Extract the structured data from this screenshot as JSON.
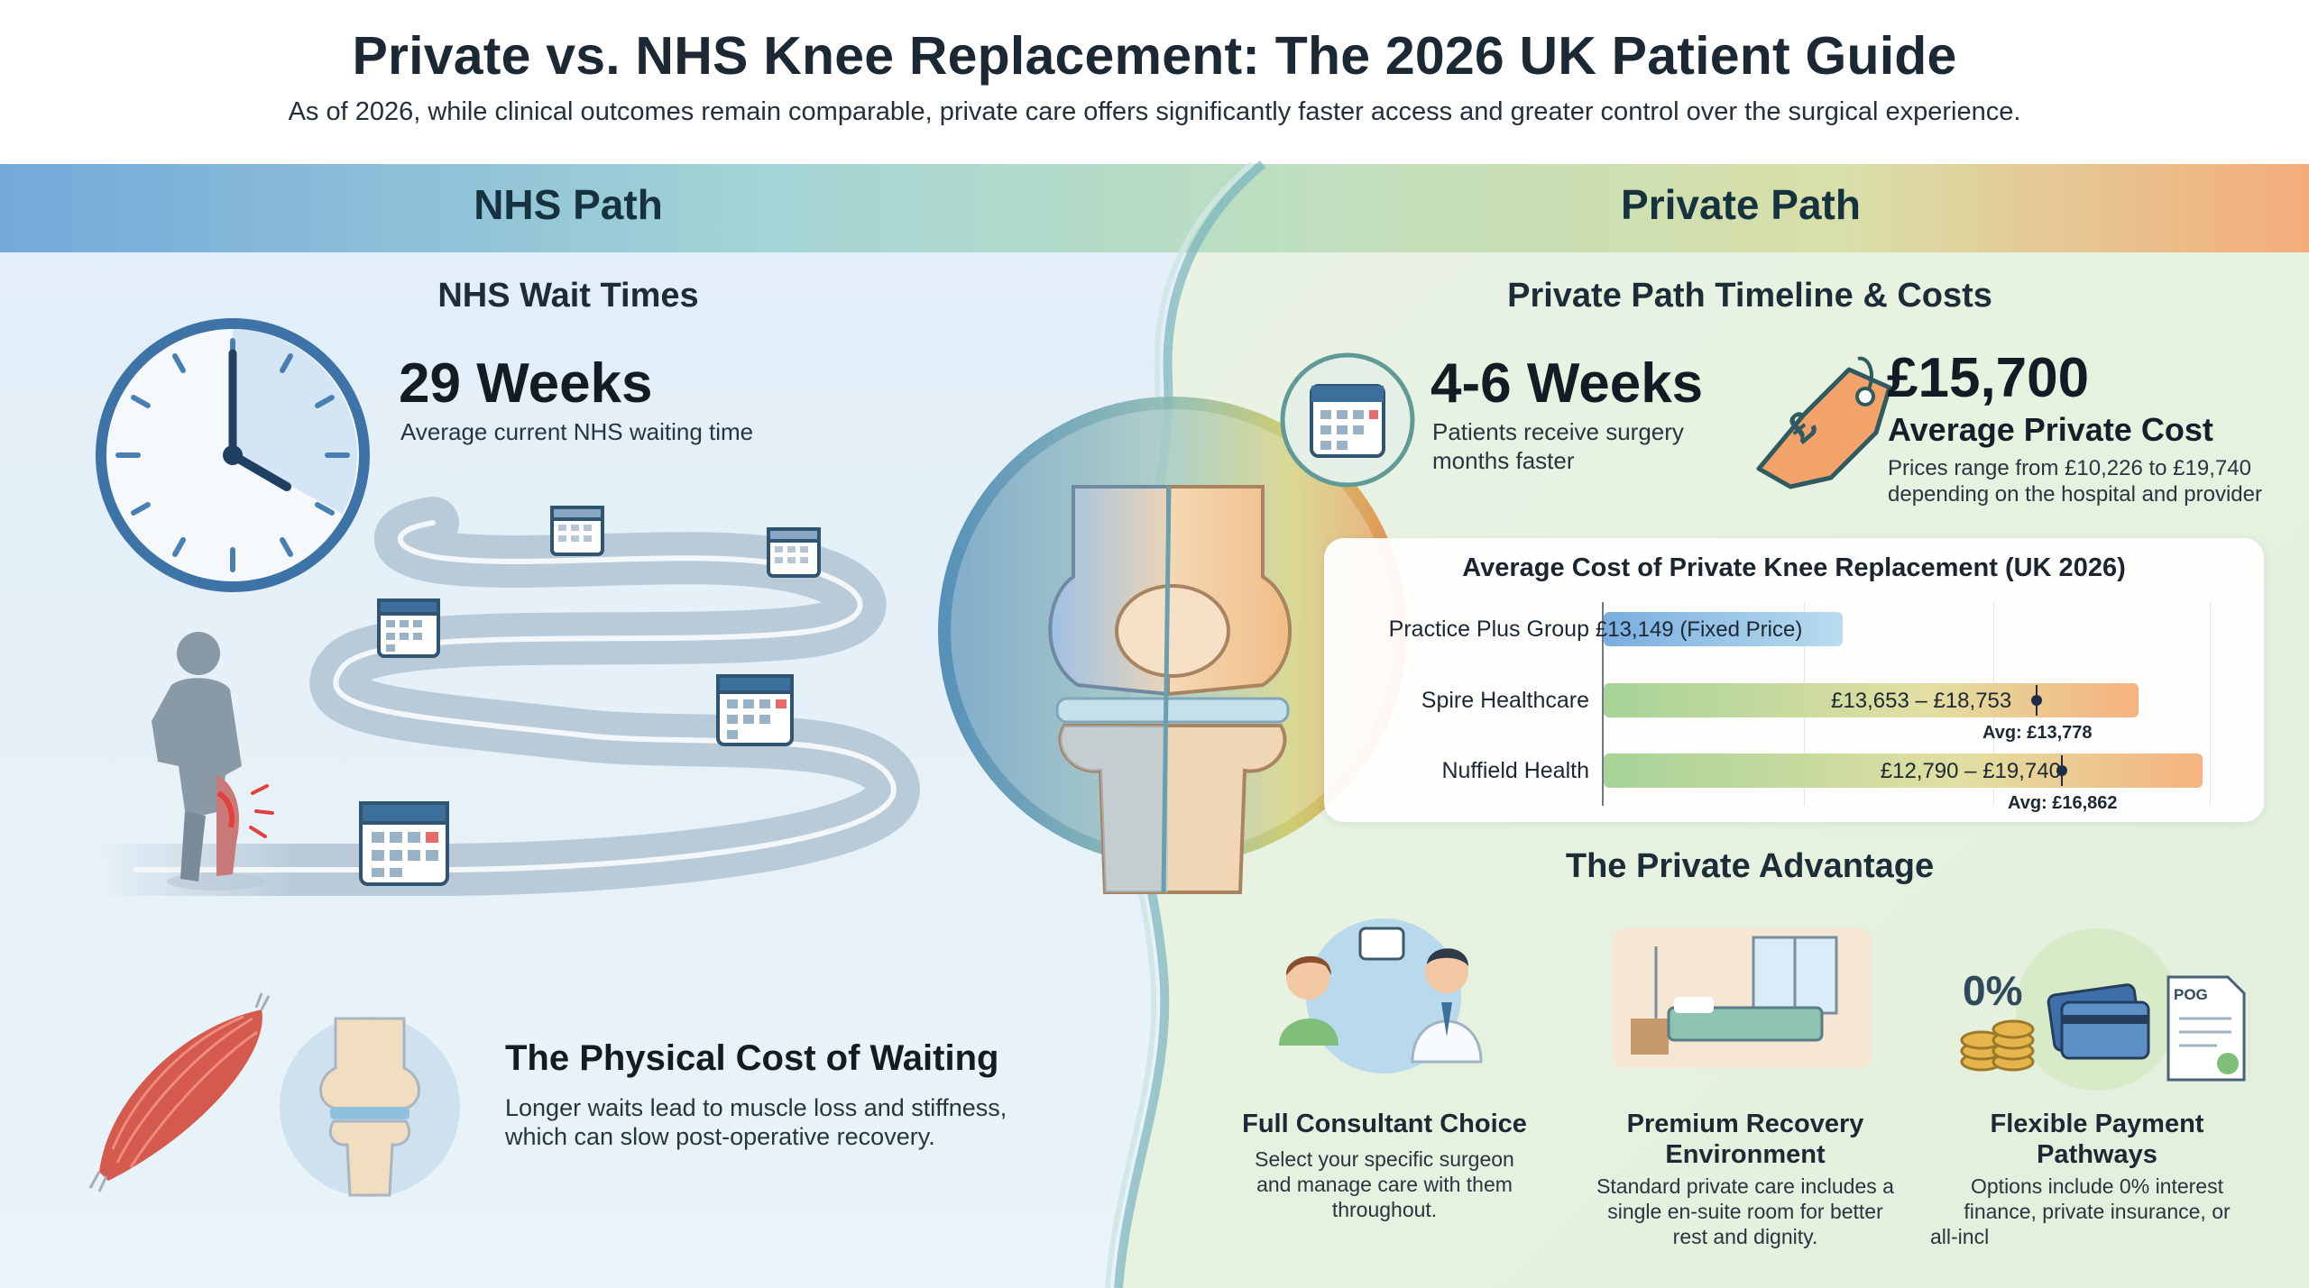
{
  "header": {
    "title": "Private vs. NHS Knee Replacement: The 2026 UK Patient Guide",
    "subtitle": "As of 2026, while clinical outcomes remain comparable, private care offers significantly faster access and greater control over the surgical experience."
  },
  "nhs": {
    "path_label": "NHS Path",
    "wait_section_title": "NHS Wait Times",
    "wait_value": "29 Weeks",
    "wait_caption": "Average current NHS waiting time",
    "physical_cost_title": "The Physical Cost of Waiting",
    "physical_cost_line1": "Longer waits lead to muscle loss and stiffness,",
    "physical_cost_line2": "which can slow post-operative recovery."
  },
  "private": {
    "path_label": "Private Path",
    "timeline_section_title": "Private Path Timeline & Costs",
    "wait_value": "4-6 Weeks",
    "wait_caption_line1": "Patients receive surgery",
    "wait_caption_line2": "months faster",
    "tag_symbol": "£",
    "cost_value": "£15,700",
    "cost_label": "Average Private Cost",
    "cost_caption_line1": "Prices range from £10,226 to £19,740",
    "cost_caption_line2": "depending on the hospital and provider",
    "advantage_title": "The Private Advantage",
    "features": [
      {
        "title_line1": "Full Consultant Choice",
        "title_line2": "",
        "body_line1": "Select your specific surgeon",
        "body_line2": "and manage care with them",
        "body_line3": "throughout."
      },
      {
        "title_line1": "Premium Recovery",
        "title_line2": "Environment",
        "body_line1": "Standard private care includes a",
        "body_line2": "single en-suite room for better",
        "body_line3": "rest and dignity."
      },
      {
        "title_line1": "Flexible Payment",
        "title_line2": "Pathways",
        "body_line1": "Options include 0% interest",
        "body_line2": "finance, private insurance, or",
        "body_line3": "all-incl"
      }
    ],
    "payment_icon_percent": "0%",
    "payment_doc_label": "POG"
  },
  "colors": {
    "nhs_blue": "#7fb0dd",
    "private_green": "#b9dcab",
    "private_orange": "#f6b27e",
    "bar_blue": "#8db9e6",
    "bar_green": "#a9d49a"
  },
  "chart_data": {
    "type": "bar",
    "title": "Average Cost of Private Knee Replacement (UK 2026)",
    "categories": [
      "Practice Plus Group",
      "Spire Healthcare",
      "Nuffield Health"
    ],
    "ranges": [
      {
        "low": 13149,
        "high": 13149,
        "label": "£13,149 (Fixed Price)",
        "avg": null,
        "avg_label": ""
      },
      {
        "low": 13653,
        "high": 18753,
        "label": "£13,653 – £18,753",
        "avg": 13778,
        "avg_label": "Avg: £13,778"
      },
      {
        "low": 12790,
        "high": 19740,
        "label": "£12,790 – £19,740",
        "avg": 16862,
        "avg_label": "Avg: £16,862"
      }
    ],
    "xlim": [
      0,
      20000
    ],
    "grid": true
  }
}
